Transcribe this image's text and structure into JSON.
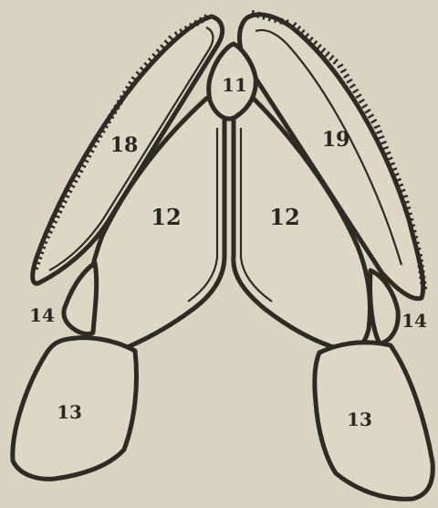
{
  "labels": {
    "median_top": "11",
    "plate_upper_left": "18",
    "plate_upper_right": "19",
    "plate_center_left": "12",
    "plate_center_right": "12",
    "plate_lower_left": "13",
    "plate_lower_right": "13",
    "side_left": "14",
    "side_right": "14"
  },
  "colors": {
    "background": "#d9d3c2",
    "ink": "#2e2a24"
  }
}
